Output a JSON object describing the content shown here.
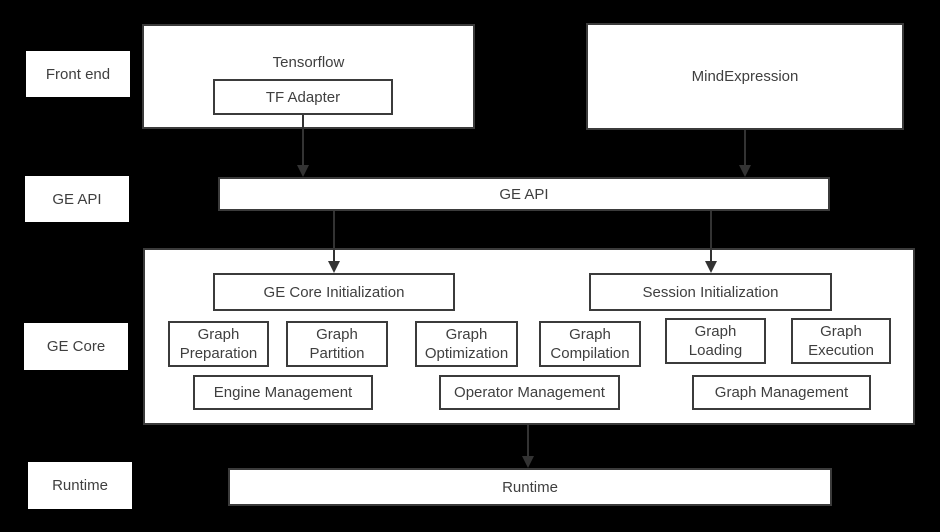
{
  "diagram_title": "GE (Graph Engine) architecture diagram",
  "colors": {
    "background": "#000000",
    "box_fill": "#ffffff",
    "box_border": "#3b3b3b",
    "text": "#3f3f3f",
    "arrow": "#333333"
  },
  "side_labels": [
    {
      "label": "Front end"
    },
    {
      "label": "GE API"
    },
    {
      "label": "GE Core"
    },
    {
      "label": "Runtime"
    }
  ],
  "front_end": {
    "tensorflow": {
      "label": "Tensorflow",
      "adapter": {
        "label": "TF Adapter"
      }
    },
    "mind_expression": {
      "label": "MindExpression"
    }
  },
  "ge_api": {
    "label": "GE API"
  },
  "ge_core": {
    "init_boxes": [
      {
        "label": "GE Core Initialization"
      },
      {
        "label": "Session Initialization"
      }
    ],
    "stage_boxes": [
      {
        "label": "Graph Preparation"
      },
      {
        "label": "Graph Partition"
      },
      {
        "label": "Graph Optimization"
      },
      {
        "label": "Graph Compilation"
      },
      {
        "label": "Graph Loading"
      },
      {
        "label": "Graph Execution"
      }
    ],
    "management_boxes": [
      {
        "label": "Engine Management"
      },
      {
        "label": "Operator Management"
      },
      {
        "label": "Graph Management"
      }
    ]
  },
  "runtime": {
    "label": "Runtime"
  }
}
